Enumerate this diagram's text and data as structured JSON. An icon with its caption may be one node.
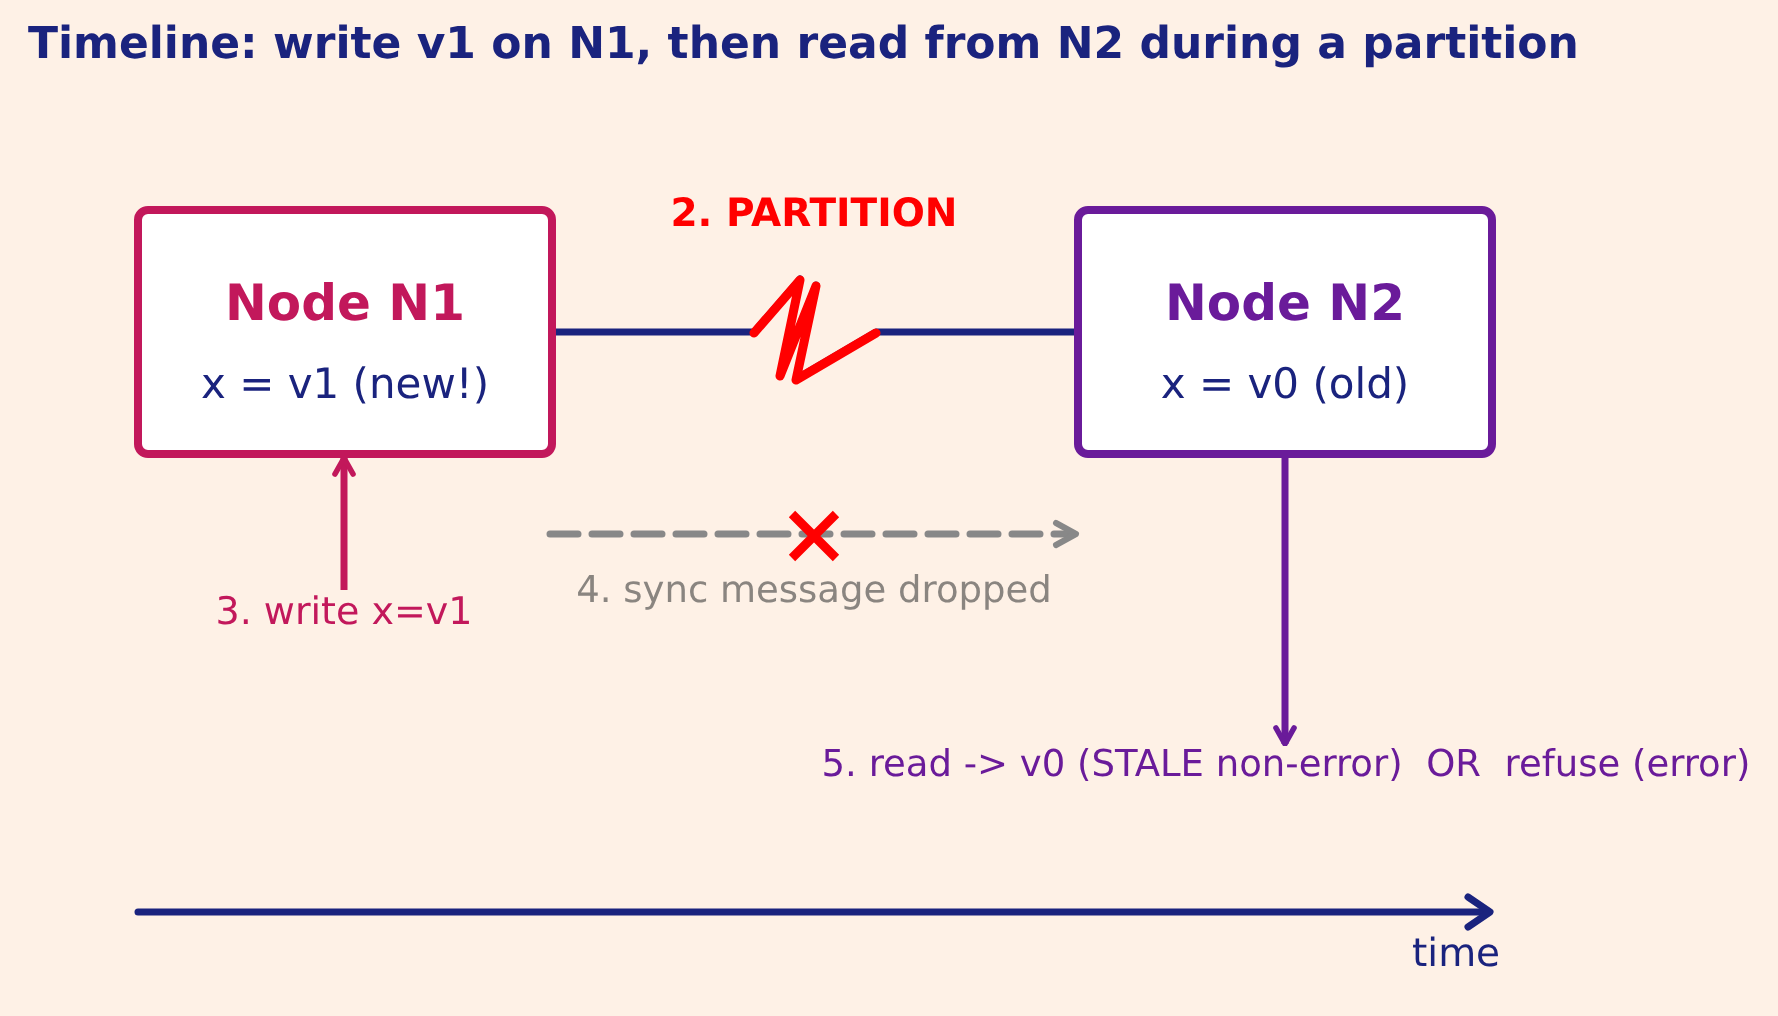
{
  "diagram": {
    "title": "Timeline: write v1 on N1, then read from N2 during a partition",
    "nodes": [
      {
        "text": [
          "Node N1",
          "x = v1 (new!)"
        ]
      },
      {
        "text": [
          "Node N2",
          "x = v0 (old)"
        ]
      },
      {
        "text": [
          "3. write x=v1"
        ]
      },
      {
        "text": [
          "5. read -> v0 (STALE non-error)  OR  refuse (error)"
        ]
      }
    ],
    "edges": [
      {
        "from": 0,
        "to": 1,
        "arrow": "none",
        "label": "2. PARTITION",
        "color": "#1a237e"
      },
      {
        "from": 2,
        "to": 0,
        "arrow": "to",
        "color": "#c2185b"
      },
      {
        "from": 1,
        "to": 3,
        "arrow": "to",
        "color": "#6a1b9a"
      }
    ],
    "labels": [
      "4. sync message dropped",
      "time"
    ]
  }
}
